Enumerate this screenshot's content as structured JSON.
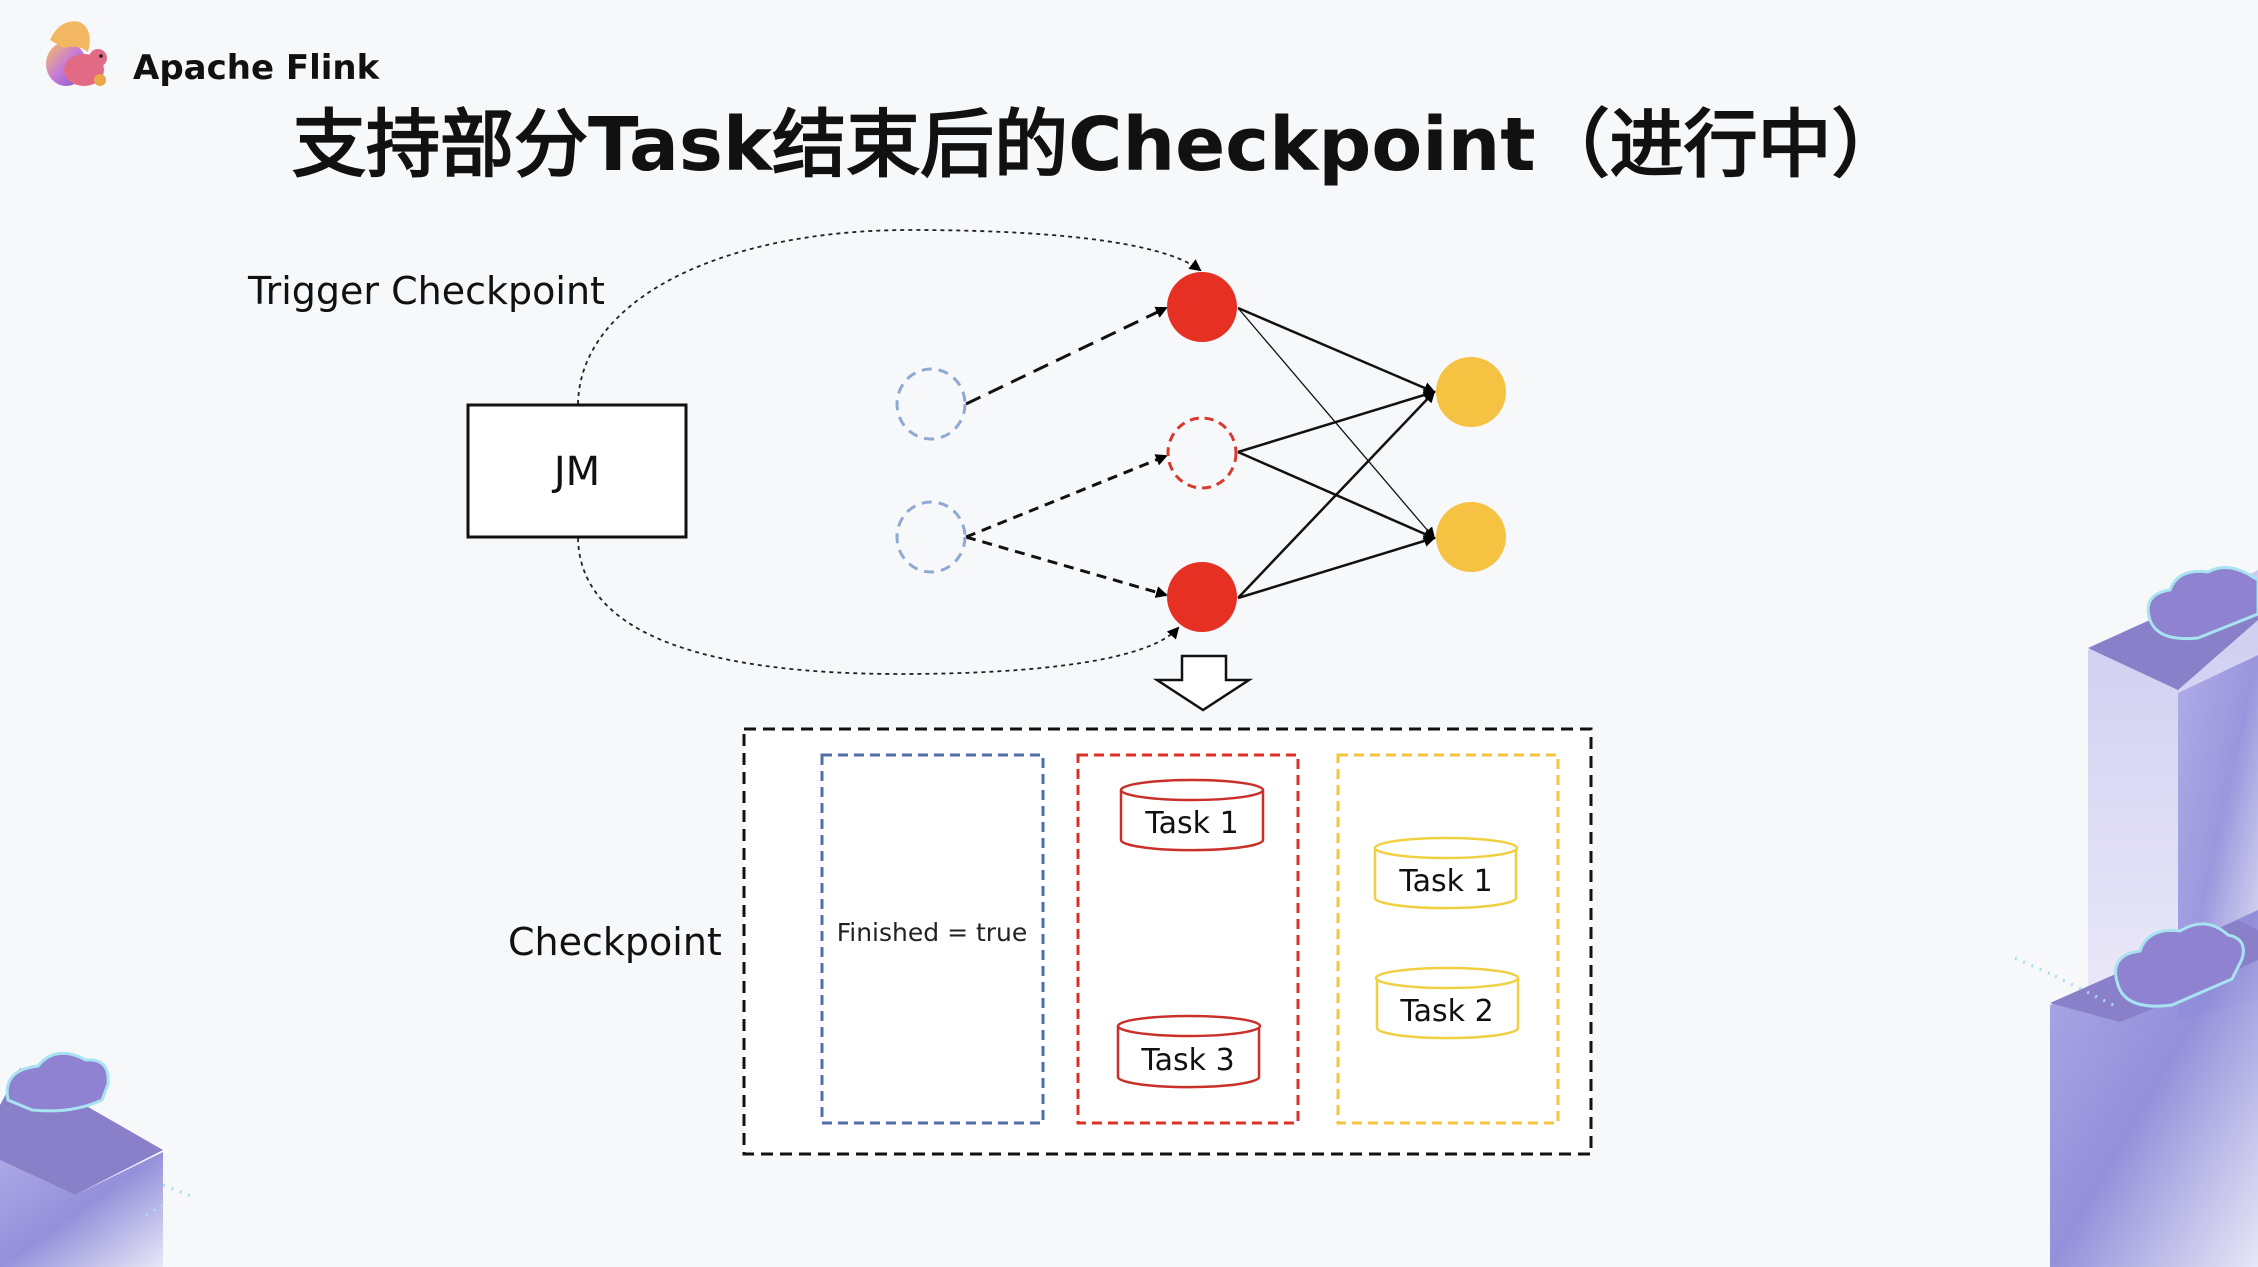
{
  "brand": {
    "name": "Apache Flink",
    "logo_icon": "flink-squirrel-icon"
  },
  "slide": {
    "title": "支持部分Task结束后的Checkpoint（进行中）"
  },
  "diagram": {
    "trigger_label": "Trigger Checkpoint",
    "job_manager_label": "JM",
    "checkpoint_label": "Checkpoint",
    "nodes": {
      "sources": [
        {
          "id": "source-1",
          "state": "finished",
          "style": "dashed",
          "color": "#8fa9d3"
        },
        {
          "id": "source-2",
          "state": "finished",
          "style": "dashed",
          "color": "#8fa9d3"
        }
      ],
      "middle": [
        {
          "id": "mid-1",
          "state": "running",
          "style": "solid",
          "color": "#e63024"
        },
        {
          "id": "mid-2",
          "state": "finished",
          "style": "dashed",
          "color": "#d83a2f"
        },
        {
          "id": "mid-3",
          "state": "running",
          "style": "solid",
          "color": "#e63024"
        }
      ],
      "sinks": [
        {
          "id": "sink-1",
          "state": "running",
          "style": "solid",
          "color": "#f5c242"
        },
        {
          "id": "sink-2",
          "state": "running",
          "style": "solid",
          "color": "#f5c242"
        }
      ]
    },
    "checkpoint_groups": [
      {
        "name": "sources-group",
        "color": "#4f6fa8",
        "finished_text": "Finished = true",
        "tasks": []
      },
      {
        "name": "middle-group",
        "color": "#d9302a",
        "tasks": [
          "Task 1",
          "Task 3"
        ]
      },
      {
        "name": "sinks-group",
        "color": "#f2c53d",
        "tasks": [
          "Task 1",
          "Task 2"
        ]
      }
    ]
  },
  "colors": {
    "background": "#f7f8fa",
    "running_red": "#e63024",
    "sink_yellow": "#f5c242",
    "finished_blue": "#8fa9d3",
    "decor_purple": "#8a86d6"
  }
}
